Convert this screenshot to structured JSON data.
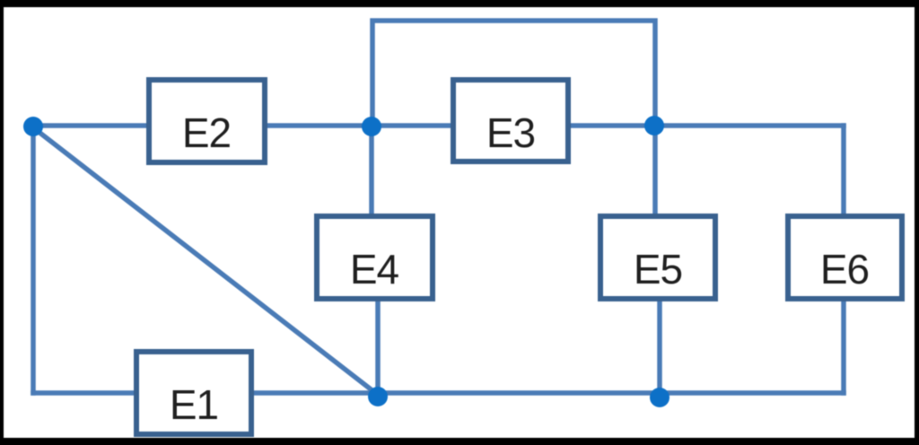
{
  "diagram": {
    "boxes": [
      {
        "id": "E1",
        "label": "E1"
      },
      {
        "id": "E2",
        "label": "E2"
      },
      {
        "id": "E3",
        "label": "E3"
      },
      {
        "id": "E4",
        "label": "E4"
      },
      {
        "id": "E5",
        "label": "E5"
      },
      {
        "id": "E6",
        "label": "E6"
      }
    ],
    "colors": {
      "wire": "#4a7bb6",
      "box_border": "#39618f",
      "box_fill": "#ffffff",
      "junction_dot": "#0d70c7",
      "label_text": "#1f1f1f",
      "canvas_background": "#ffffff",
      "frame": "#000000"
    }
  }
}
